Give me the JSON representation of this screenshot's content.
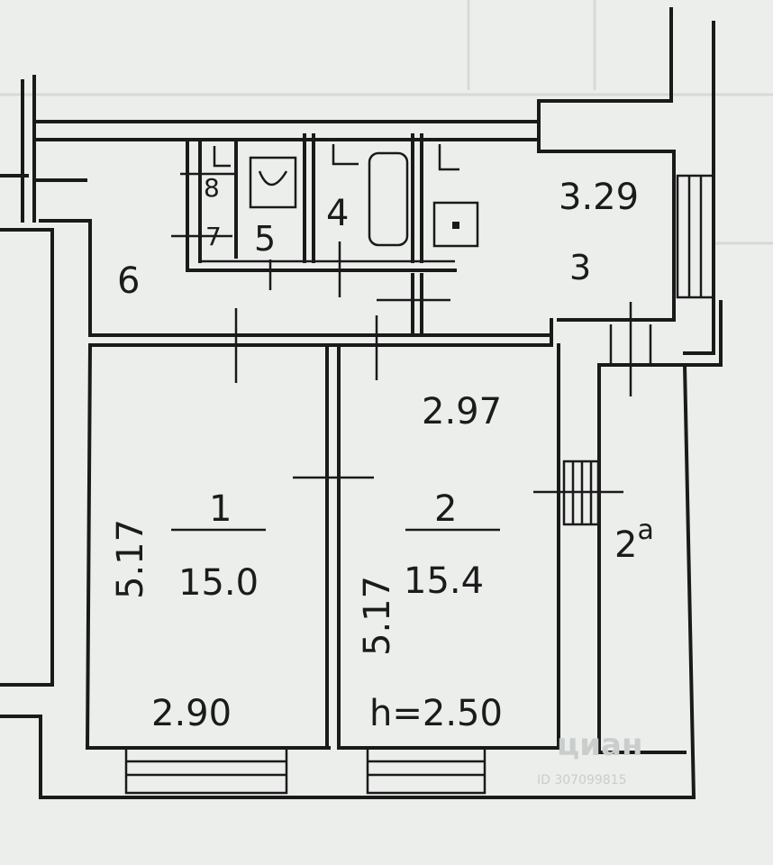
{
  "rooms": {
    "room1": {
      "number": "1",
      "area": "15.0",
      "width": "2.90",
      "length": "5.17"
    },
    "room2": {
      "number": "2",
      "area": "15.4",
      "width": "2.97",
      "length": "5.17",
      "height": "h=2.50"
    },
    "room2a": {
      "number": "2",
      "sup": "a"
    },
    "room3": {
      "number": "3",
      "width": "3.29"
    },
    "room4": {
      "number": "4"
    },
    "room5": {
      "number": "5"
    },
    "room6": {
      "number": "6"
    },
    "room7": {
      "number": "7"
    },
    "room8": {
      "number": "8"
    }
  },
  "watermark": {
    "brand": "циан",
    "id": "ID 307099815"
  }
}
